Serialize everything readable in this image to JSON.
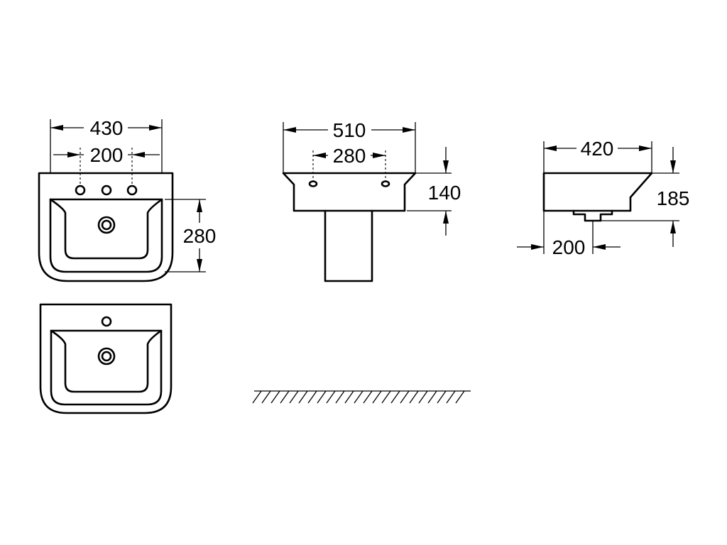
{
  "dimensions": {
    "front_width": "430",
    "front_tap_spacing": "200",
    "front_depth": "280",
    "pedestal_width": "510",
    "pedestal_tap_spacing": "280",
    "pedestal_height": "140",
    "side_width": "420",
    "side_height": "185",
    "side_waste_offset": "200"
  }
}
